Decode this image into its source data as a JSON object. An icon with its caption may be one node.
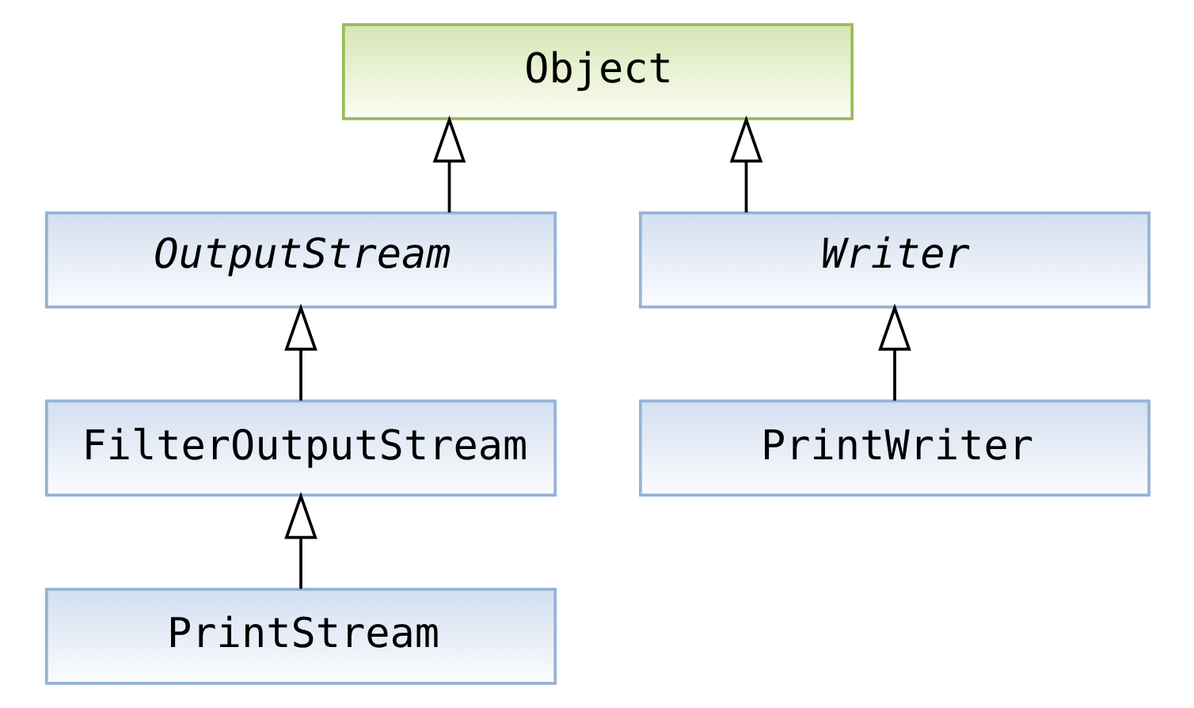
{
  "diagram": {
    "nodes": [
      {
        "text": [
          "Object"
        ]
      },
      {
        "text": [
          "OutputStream"
        ]
      },
      {
        "text": [
          "Writer"
        ]
      },
      {
        "text": [
          "FilterOutputStream"
        ]
      },
      {
        "text": [
          "PrintWriter"
        ]
      },
      {
        "text": [
          "PrintStream"
        ]
      }
    ],
    "edges": [
      {
        "from": 1,
        "to": 0,
        "arrow": "to"
      },
      {
        "from": 2,
        "to": 0,
        "arrow": "to"
      },
      {
        "from": 3,
        "to": 1,
        "arrow": "to"
      },
      {
        "from": 4,
        "to": 2,
        "arrow": "to"
      },
      {
        "from": 5,
        "to": 3,
        "arrow": "to"
      }
    ]
  }
}
